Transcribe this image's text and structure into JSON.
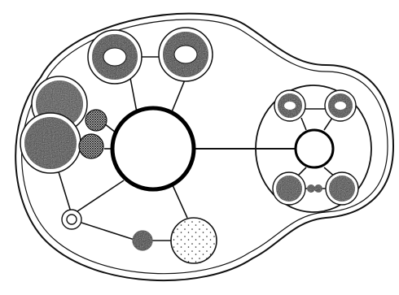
{
  "diagram": {
    "type": "network-schematic",
    "background_color": "#ffffff",
    "ink_color": "#111111",
    "texture_colors": [
      "#1a1a1a",
      "#3a3a3a",
      "#555555",
      "#8a8a8a"
    ],
    "central_hub": {
      "count": 1,
      "style": "thick-ring"
    },
    "top_satellites": {
      "count": 2,
      "style": "dark-ring"
    },
    "left_cluster": {
      "large_dark": 2,
      "small_mesh": 2
    },
    "bottom_nodes": {
      "double_ring": 1,
      "solid_dark": 1,
      "dotted_large": 1
    },
    "right_subsystem": {
      "hub": 1,
      "satellites": 4,
      "bridge_style": "knotted-link"
    }
  }
}
